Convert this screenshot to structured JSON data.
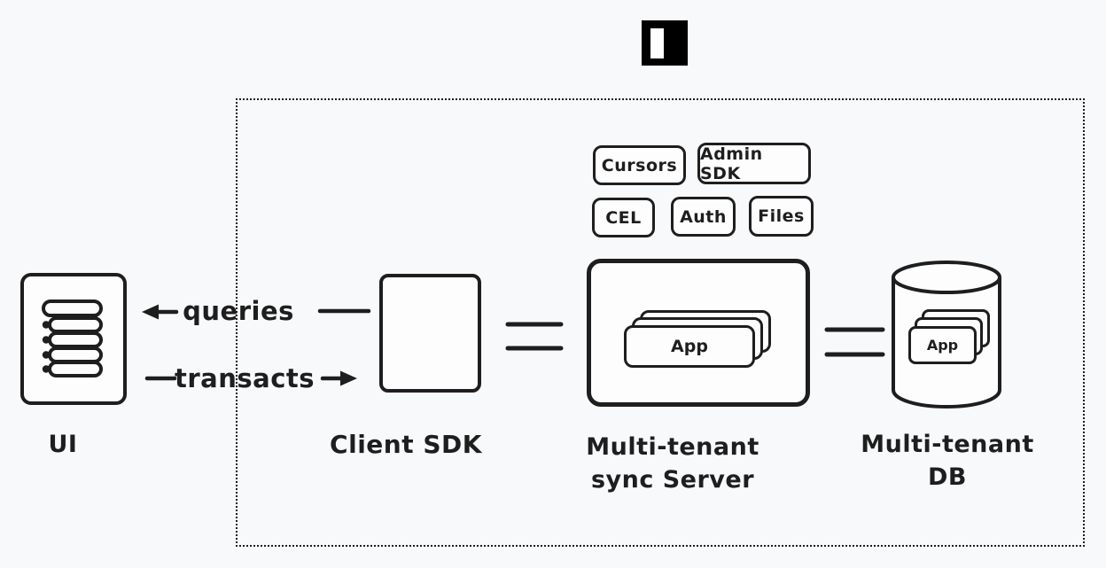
{
  "colors": {
    "background": "#f8f9fa",
    "stroke": "#1e1e1e",
    "shape_fill": "#fdfdfd",
    "logo_background": "#000000",
    "logo_mark": "#ffffff"
  },
  "icons": {
    "logo": "instant-logo",
    "ui": "list-icon",
    "db": "database-cylinder-icon"
  },
  "badges": {
    "cursors": "Cursors",
    "admin_sdk": "Admin SDK",
    "cel": "CEL",
    "auth": "Auth",
    "files": "Files"
  },
  "edges": {
    "queries": "queries",
    "transacts": "transacts"
  },
  "nodes": {
    "ui": {
      "label": "UI"
    },
    "client_sdk": {
      "label": "Client SDK"
    },
    "sync_server": {
      "label_line1": "Multi-tenant",
      "label_line2": "sync Server",
      "app": "App"
    },
    "db": {
      "label_line1": "Multi-tenant",
      "label_line2": "DB",
      "app": "App"
    }
  }
}
